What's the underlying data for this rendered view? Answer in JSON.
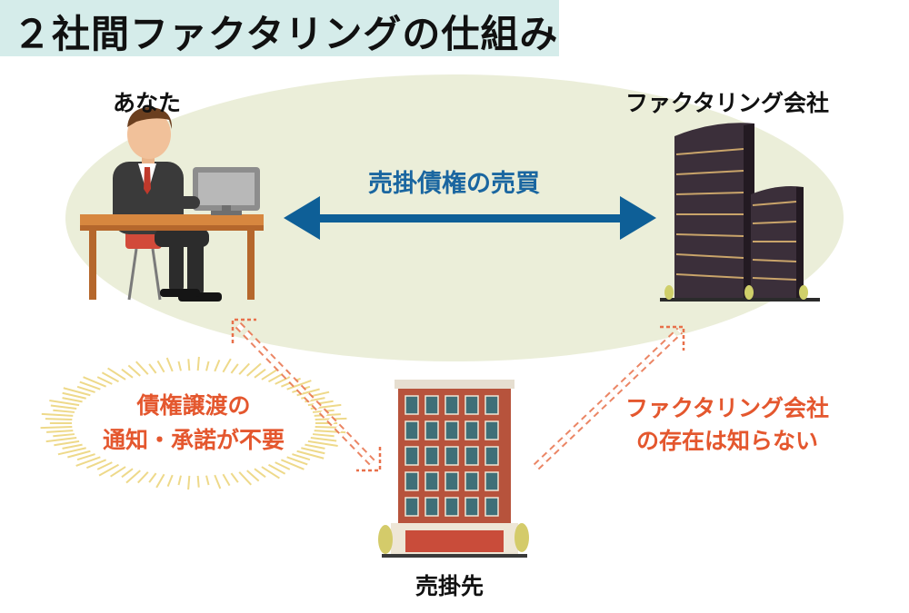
{
  "title": "２社間ファクタリングの仕組み",
  "nodes": {
    "you": "あなた",
    "factoring_company": "ファクタリング会社",
    "customer": "売掛先"
  },
  "edges": {
    "trade": "売掛債権の売買"
  },
  "notes": {
    "notice_line1": "債権譲渡の",
    "notice_line2": "通知・承諾が不要",
    "unknown_line1": "ファクタリング会社",
    "unknown_line2": "の存在は知らない"
  },
  "colors": {
    "title_bg": "#d5ecea",
    "oval": "#ebeed9",
    "main_arrow": "#0e5f97",
    "dashed_arrow": "#e8704a",
    "note_text": "#e4572e",
    "burst": "#eed98a"
  }
}
